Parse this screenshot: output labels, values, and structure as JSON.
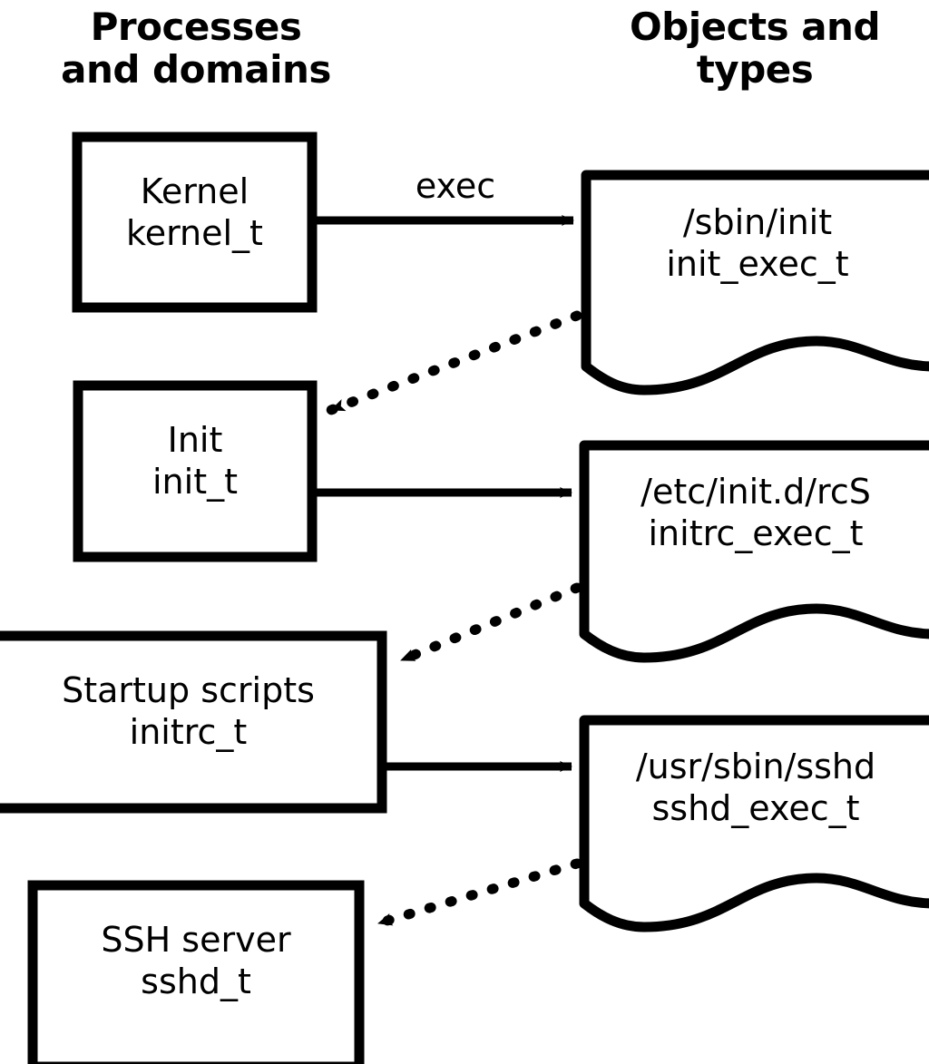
{
  "headings": {
    "left": "Processes\nand domains",
    "right": "Objects and\ntypes"
  },
  "colors": {
    "stroke": "#000000",
    "fill": "#ffffff",
    "background": "#ffffff"
  },
  "processes": [
    {
      "id": "kernel",
      "title": "Kernel",
      "type": "kernel_t"
    },
    {
      "id": "init",
      "title": "Init",
      "type": "init_t"
    },
    {
      "id": "initrc",
      "title": "Startup scripts",
      "type": "initrc_t"
    },
    {
      "id": "sshd",
      "title": "SSH server",
      "type": "sshd_t"
    }
  ],
  "objects": [
    {
      "id": "init-exec",
      "path": "/sbin/init",
      "type": "init_exec_t"
    },
    {
      "id": "initrc-exec",
      "path": "/etc/init.d/rcS",
      "type": "initrc_exec_t"
    },
    {
      "id": "sshd-exec",
      "path": "/usr/sbin/sshd",
      "type": "sshd_exec_t"
    }
  ],
  "edges": [
    {
      "id": "kernel-exec-init",
      "label": "exec",
      "style": "solid",
      "from": "kernel",
      "to": "init-exec"
    },
    {
      "id": "init-exec-to-init",
      "label": "",
      "style": "dotted",
      "from": "init-exec",
      "to": "init"
    },
    {
      "id": "init-exec-initrc",
      "label": "",
      "style": "solid",
      "from": "init",
      "to": "initrc-exec"
    },
    {
      "id": "initrc-exec-to-initrc",
      "label": "",
      "style": "dotted",
      "from": "initrc-exec",
      "to": "initrc"
    },
    {
      "id": "initrc-exec-sshd",
      "label": "",
      "style": "solid",
      "from": "initrc",
      "to": "sshd-exec"
    },
    {
      "id": "sshd-exec-to-sshd",
      "label": "",
      "style": "dotted",
      "from": "sshd-exec",
      "to": "sshd"
    }
  ]
}
